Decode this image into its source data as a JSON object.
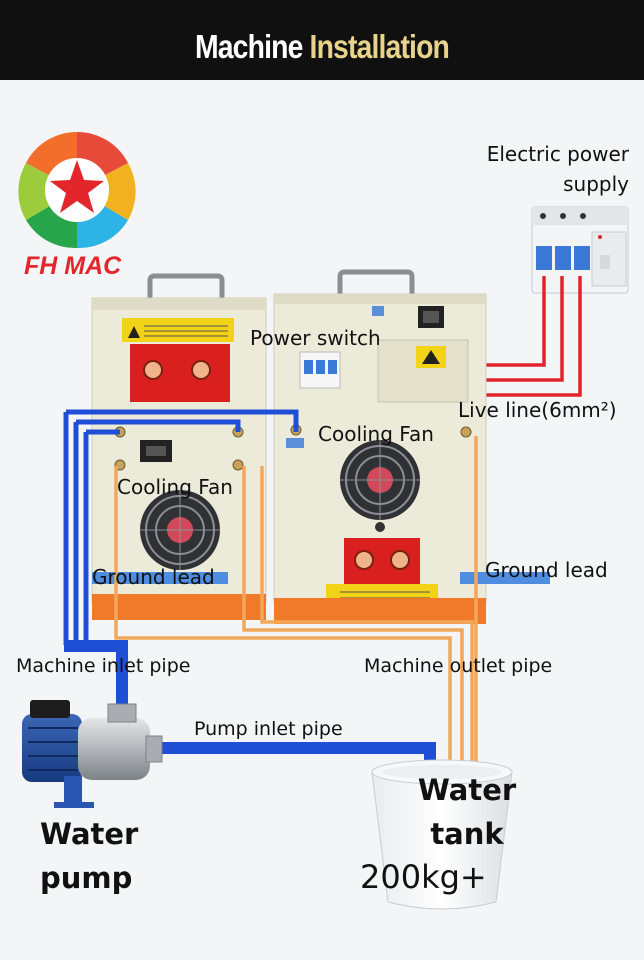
{
  "header": {
    "title_part1": "Machine",
    "title_part2": " Installation"
  },
  "logo": {
    "text": "FH MAC"
  },
  "labels": {
    "electric_power_supply": [
      "Electric power",
      "supply"
    ],
    "power_switch": "Power switch",
    "live_line": "Live line(6mm²)",
    "cooling_fan_right": "Cooling Fan",
    "cooling_fan_left": "Cooling Fan",
    "ground_lead_left": "Ground lead",
    "ground_lead_right": "Ground lead",
    "machine_inlet_pipe": "Machine inlet pipe",
    "machine_outlet_pipe": "Machine outlet pipe",
    "pump_inlet_pipe": "Pump inlet pipe",
    "water_pump": [
      "Water",
      "pump"
    ],
    "water_tank": [
      "Water",
      "tank"
    ],
    "tank_capacity": "200kg+"
  },
  "colors": {
    "header_bg": "#101010",
    "title_accent": "#e8d38a",
    "water_pipe": "#1f4fd6",
    "outlet_pipe": "#f1a85a",
    "live_line": "#e0242c",
    "machine_body": "#ecebd9",
    "machine_base": "#f07a2a",
    "panel_red": "#d9201f"
  },
  "icons": [
    "fhmac-logo-icon",
    "circuit-breaker-icon",
    "cooling-fan-icon",
    "warning-label-icon",
    "water-pump-icon",
    "water-tank-icon",
    "power-socket-icon"
  ]
}
